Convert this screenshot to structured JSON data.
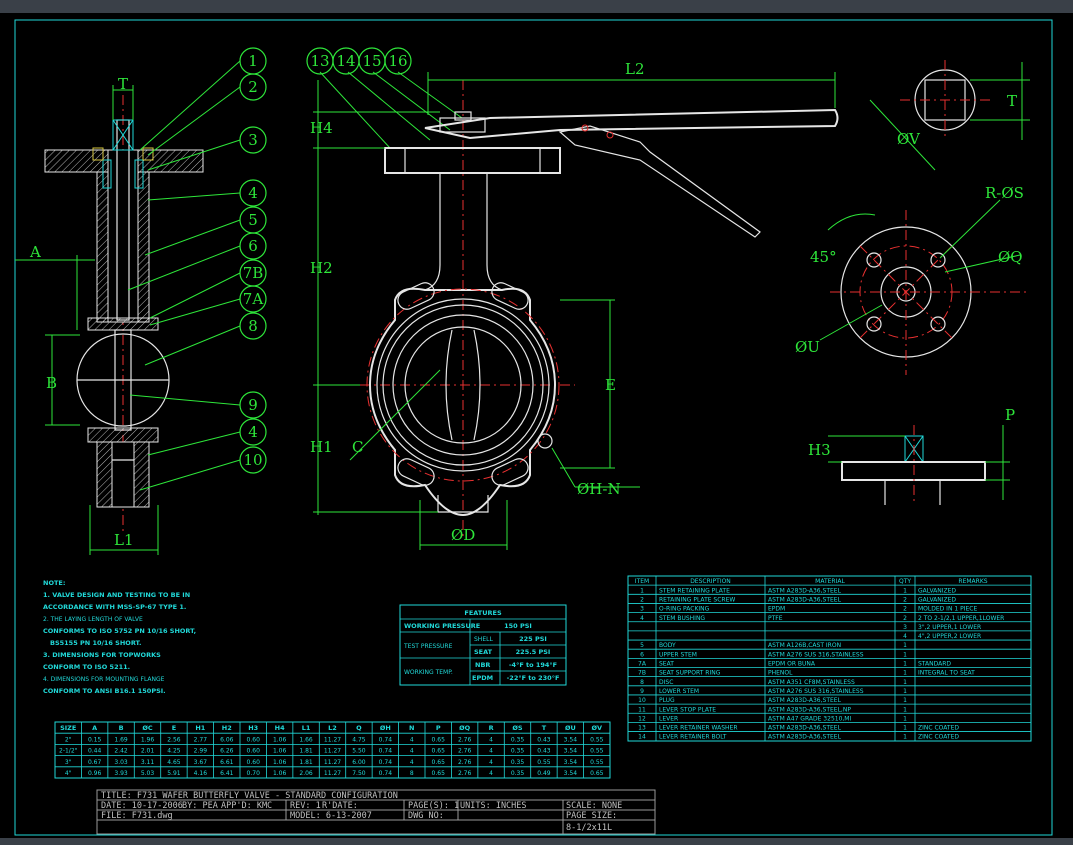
{
  "callouts": [
    "1",
    "2",
    "3",
    "4",
    "5",
    "6",
    "7B",
    "7A",
    "8",
    "9",
    "4",
    "10",
    "13",
    "14",
    "15",
    "16"
  ],
  "dimensions": {
    "T": "T",
    "A": "A",
    "B": "B",
    "L1": "L1",
    "L2": "L2",
    "H1": "H1",
    "H2": "H2",
    "H3": "H3",
    "H4": "H4",
    "C": "C",
    "D": "ØD",
    "E": "E",
    "HN": "ØH-N",
    "V": "ØV",
    "T2": "T",
    "RS": "R-ØS",
    "Q": "ØQ",
    "U": "ØU",
    "angle": "45°",
    "P": "P"
  },
  "notes": {
    "title": "NOTE:",
    "lines": [
      "1. VALVE DESIGN AND TESTING TO BE IN",
      "ACCORDANCE WITH MSS-SP-67 TYPE 1.",
      "2. THE LAYING LENGTH OF VALVE",
      "CONFORMS TO ISO 5752 PN 10/16 SHORT,",
      "BS5155 PN 10/16 SHORT.",
      "3. DIMENSIONS FOR TOPWORKS",
      "CONFORM TO ISO 5211.",
      "4. DIMENSIONS FOR MOUNTING FLANGE",
      "CONFORM TO ANSI B16.1 150PSI."
    ]
  },
  "features": {
    "title": "FEATURES",
    "working_pressure_label": "WORKING PRESSURE",
    "working_pressure_value": "150 PSI",
    "test_pressure_label": "TEST PRESSURE",
    "shell_label": "SHELL",
    "shell_value": "225 PSI",
    "seat_label": "SEAT",
    "seat_value": "225.5 PSI",
    "working_temp_label": "WORKING TEMP.",
    "nbr_label": "NBR",
    "nbr_value": "-4°F to 194°F",
    "epdm_label": "EPDM",
    "epdm_value": "-22°F to 230°F"
  },
  "dim_table": {
    "headers": [
      "SIZE",
      "A",
      "B",
      "ØC",
      "E",
      "H1",
      "H2",
      "H3",
      "H4",
      "L1",
      "L2",
      "Q",
      "ØH",
      "N",
      "P",
      "ØQ",
      "R",
      "ØS",
      "T",
      "ØU",
      "ØV"
    ],
    "rows": [
      [
        "2\"",
        "0.15",
        "1.69",
        "1.96",
        "2.56",
        "2.77",
        "6.06",
        "0.60",
        "1.06",
        "1.66",
        "11.27",
        "4.75",
        "0.74",
        "4",
        "0.65",
        "2.76",
        "4",
        "0.35",
        "0.43",
        "3.54",
        "0.55"
      ],
      [
        "2-1/2\"",
        "0.44",
        "2.42",
        "2.01",
        "4.25",
        "2.99",
        "6.26",
        "0.60",
        "1.06",
        "1.81",
        "11.27",
        "5.50",
        "0.74",
        "4",
        "0.65",
        "2.76",
        "4",
        "0.35",
        "0.43",
        "3.54",
        "0.55"
      ],
      [
        "3\"",
        "0.67",
        "3.03",
        "3.11",
        "4.65",
        "3.67",
        "6.61",
        "0.60",
        "1.06",
        "1.81",
        "11.27",
        "6.00",
        "0.74",
        "4",
        "0.65",
        "2.76",
        "4",
        "0.35",
        "0.55",
        "3.54",
        "0.55"
      ],
      [
        "4\"",
        "0.96",
        "3.93",
        "5.03",
        "5.91",
        "4.16",
        "6.41",
        "0.70",
        "1.06",
        "2.06",
        "11.27",
        "7.50",
        "0.74",
        "8",
        "0.65",
        "2.76",
        "4",
        "0.35",
        "0.49",
        "3.54",
        "0.65"
      ]
    ]
  },
  "bom": {
    "headers": [
      "ITEM",
      "DESCRIPTION",
      "MATERIAL",
      "QTY",
      "REMARKS"
    ],
    "rows": [
      {
        "item": "1",
        "desc": "STEM RETAINING PLATE",
        "mat": "ASTM A283D-A36,STEEL",
        "qty": "1",
        "rem": "GALVANIZED"
      },
      {
        "item": "2",
        "desc": "RETAINING PLATE SCREW",
        "mat": "ASTM A283D-A36,STEEL",
        "qty": "2",
        "rem": "GALVANIZED"
      },
      {
        "item": "3",
        "desc": "O-RING PACKING",
        "mat": "EPDM",
        "qty": "2",
        "rem": "MOLDED IN 1 PIECE"
      },
      {
        "item": "4",
        "desc": "STEM BUSHING",
        "mat": "PTFE",
        "qty": "2",
        "rem": "2 TO 2-1/2,1 UPPER,1LOWER"
      },
      {
        "item": "",
        "desc": "",
        "mat": "",
        "qty": "3",
        "rem": "3\",2 UPPER,1 LOWER"
      },
      {
        "item": "",
        "desc": "",
        "mat": "",
        "qty": "4",
        "rem": "4\",2 UPPER,2 LOWER"
      },
      {
        "item": "5",
        "desc": "BODY",
        "mat": "ASTM A126B,CAST IRON",
        "qty": "1",
        "rem": ""
      },
      {
        "item": "6",
        "desc": "UPPER STEM",
        "mat": "ASTM A276 SUS 316,STAINLESS",
        "qty": "1",
        "rem": ""
      },
      {
        "item": "7A",
        "desc": "SEAT",
        "mat": "EPDM OR BUNA",
        "qty": "1",
        "rem": "STANDARD"
      },
      {
        "item": "7B",
        "desc": "SEAT SUPPORT RING",
        "mat": "PHENOL",
        "qty": "1",
        "rem": "INTEGRAL TO SEAT"
      },
      {
        "item": "8",
        "desc": "DISC",
        "mat": "ASTM A351 CF8M,STAINLESS",
        "qty": "1",
        "rem": ""
      },
      {
        "item": "9",
        "desc": "LOWER STEM",
        "mat": "ASTM A276 SUS 316,STAINLESS",
        "qty": "1",
        "rem": ""
      },
      {
        "item": "10",
        "desc": "PLUG",
        "mat": "ASTM A283D-A36,STEEL",
        "qty": "1",
        "rem": ""
      },
      {
        "item": "11",
        "desc": "LEVER STOP PLATE",
        "mat": "ASTM A283D-A36,STEEL,NP",
        "qty": "1",
        "rem": ""
      },
      {
        "item": "12",
        "desc": "LEVER",
        "mat": "ASTM A47 GRADE 32510,MI",
        "qty": "1",
        "rem": ""
      },
      {
        "item": "13",
        "desc": "LEVER RETAINER WASHER",
        "mat": "ASTM A283D-A36,STEEL",
        "qty": "1",
        "rem": "ZINC COATED"
      },
      {
        "item": "14",
        "desc": "LEVER RETAINER BOLT",
        "mat": "ASTM A283D-A36,STEEL",
        "qty": "1",
        "rem": "ZINC COATED"
      }
    ]
  },
  "titleblock": {
    "title": "TITLE: F731 WAFER BUTTERFLY VALVE - STANDARD CONFIGURATION",
    "date": "DATE: 10-17-2006",
    "by": "BY: PEA",
    "appd": "APP'D: KMC",
    "rev": "REV: 1",
    "rdate": "R'DATE:",
    "pages": "PAGE(S): 1",
    "units": "UNITS: INCHES",
    "scale": "SCALE: NONE",
    "file": "FILE: F731.dwg",
    "model": "MODEL: 6-13-2007",
    "dwgno": "DWG NO:",
    "pagesize_label": "PAGE SIZE:",
    "pagesize": "8-1/2x11L"
  },
  "colors": {
    "background": "#000000",
    "line": "#e6e6e6",
    "dimension": "#2ee63a",
    "center": "#e83030",
    "table": "#21d9d9"
  }
}
